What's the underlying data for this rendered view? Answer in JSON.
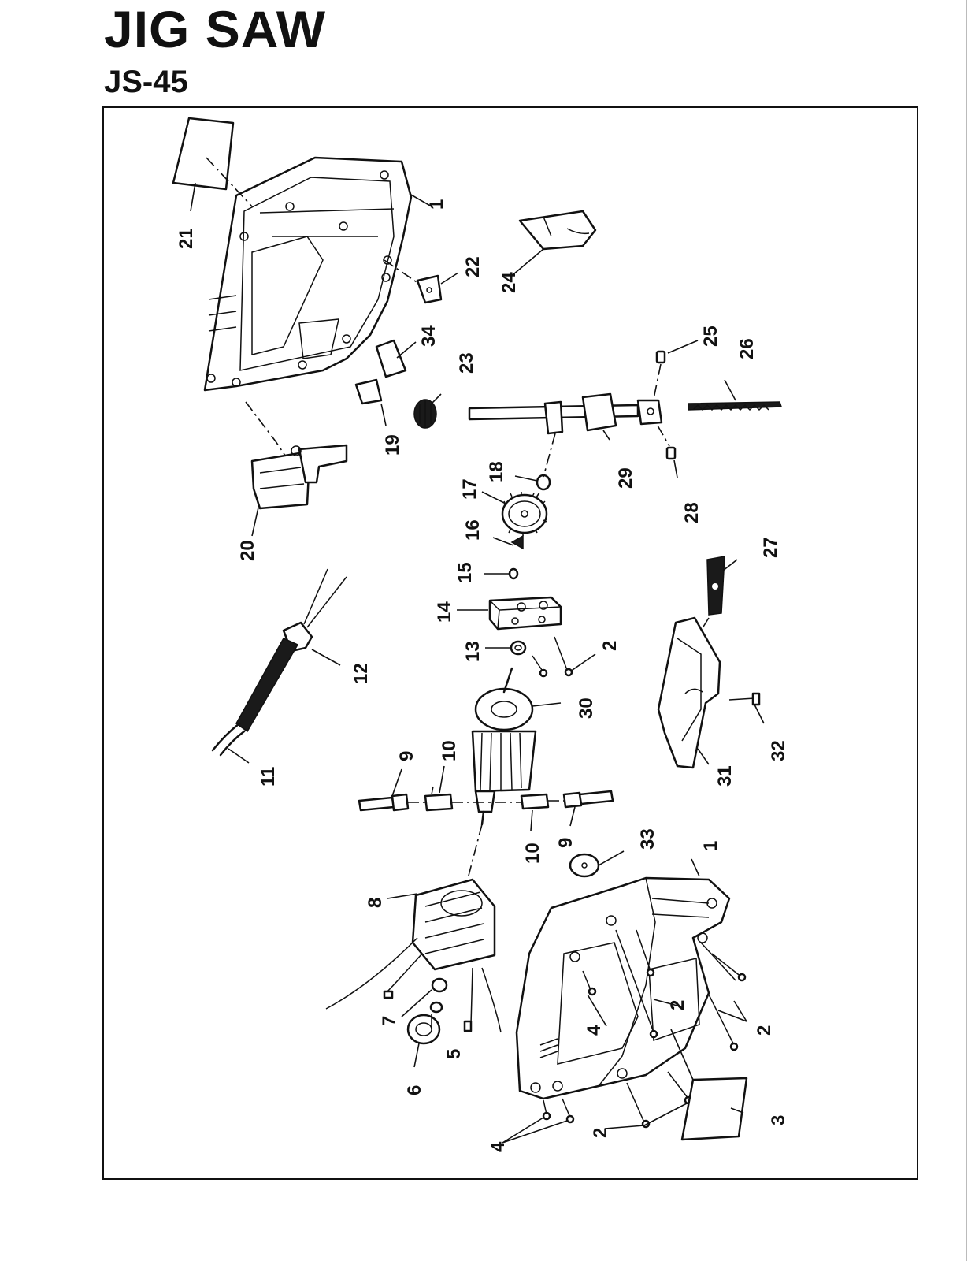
{
  "title": "JIG SAW",
  "model": "JS-45",
  "parts": [
    {
      "id": "label-1-top",
      "text": "1"
    },
    {
      "id": "label-21",
      "text": "21"
    },
    {
      "id": "label-22",
      "text": "22"
    },
    {
      "id": "label-24",
      "text": "24"
    },
    {
      "id": "label-34",
      "text": "34"
    },
    {
      "id": "label-23",
      "text": "23"
    },
    {
      "id": "label-25",
      "text": "25"
    },
    {
      "id": "label-26",
      "text": "26"
    },
    {
      "id": "label-19",
      "text": "19"
    },
    {
      "id": "label-18",
      "text": "18"
    },
    {
      "id": "label-29",
      "text": "29"
    },
    {
      "id": "label-28",
      "text": "28"
    },
    {
      "id": "label-17",
      "text": "17"
    },
    {
      "id": "label-20",
      "text": "20"
    },
    {
      "id": "label-16",
      "text": "16"
    },
    {
      "id": "label-27",
      "text": "27"
    },
    {
      "id": "label-15",
      "text": "15"
    },
    {
      "id": "label-14",
      "text": "14"
    },
    {
      "id": "label-13",
      "text": "13"
    },
    {
      "id": "label-2-mid",
      "text": "2"
    },
    {
      "id": "label-12",
      "text": "12"
    },
    {
      "id": "label-30",
      "text": "30"
    },
    {
      "id": "label-32",
      "text": "32"
    },
    {
      "id": "label-9-left",
      "text": "9"
    },
    {
      "id": "label-10-left",
      "text": "10"
    },
    {
      "id": "label-31",
      "text": "31"
    },
    {
      "id": "label-11",
      "text": "11"
    },
    {
      "id": "label-10-right",
      "text": "10"
    },
    {
      "id": "label-9-right",
      "text": "9"
    },
    {
      "id": "label-33",
      "text": "33"
    },
    {
      "id": "label-1-bottom",
      "text": "1"
    },
    {
      "id": "label-8",
      "text": "8"
    },
    {
      "id": "label-2-right",
      "text": "2"
    },
    {
      "id": "label-2-center",
      "text": "2"
    },
    {
      "id": "label-4-center",
      "text": "4"
    },
    {
      "id": "label-7",
      "text": "7"
    },
    {
      "id": "label-5",
      "text": "5"
    },
    {
      "id": "label-6",
      "text": "6"
    },
    {
      "id": "label-3",
      "text": "3"
    },
    {
      "id": "label-2-bottom",
      "text": "2"
    },
    {
      "id": "label-4-bottom",
      "text": "4"
    }
  ]
}
